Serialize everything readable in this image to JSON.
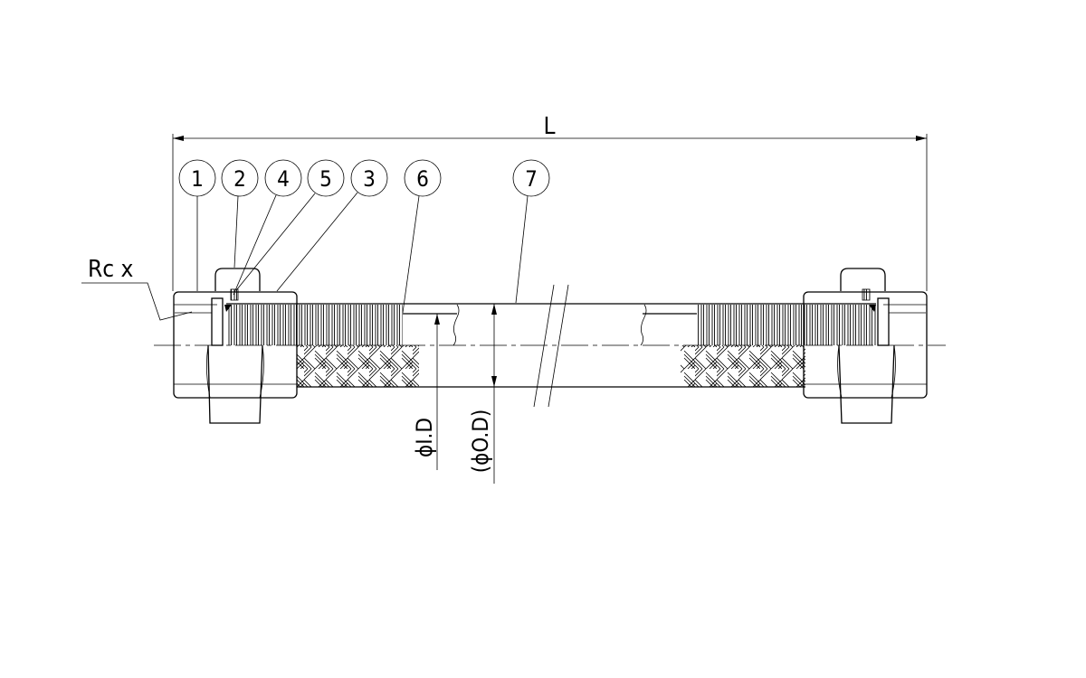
{
  "drawing": {
    "length_label": "L",
    "thread_label": "Rc x",
    "inner_diameter_label": "ϕI.D",
    "outer_diameter_label": "(ϕO.D)",
    "balloons": [
      {
        "id": "1"
      },
      {
        "id": "2"
      },
      {
        "id": "4"
      },
      {
        "id": "5"
      },
      {
        "id": "3"
      },
      {
        "id": "6"
      },
      {
        "id": "7"
      }
    ]
  }
}
